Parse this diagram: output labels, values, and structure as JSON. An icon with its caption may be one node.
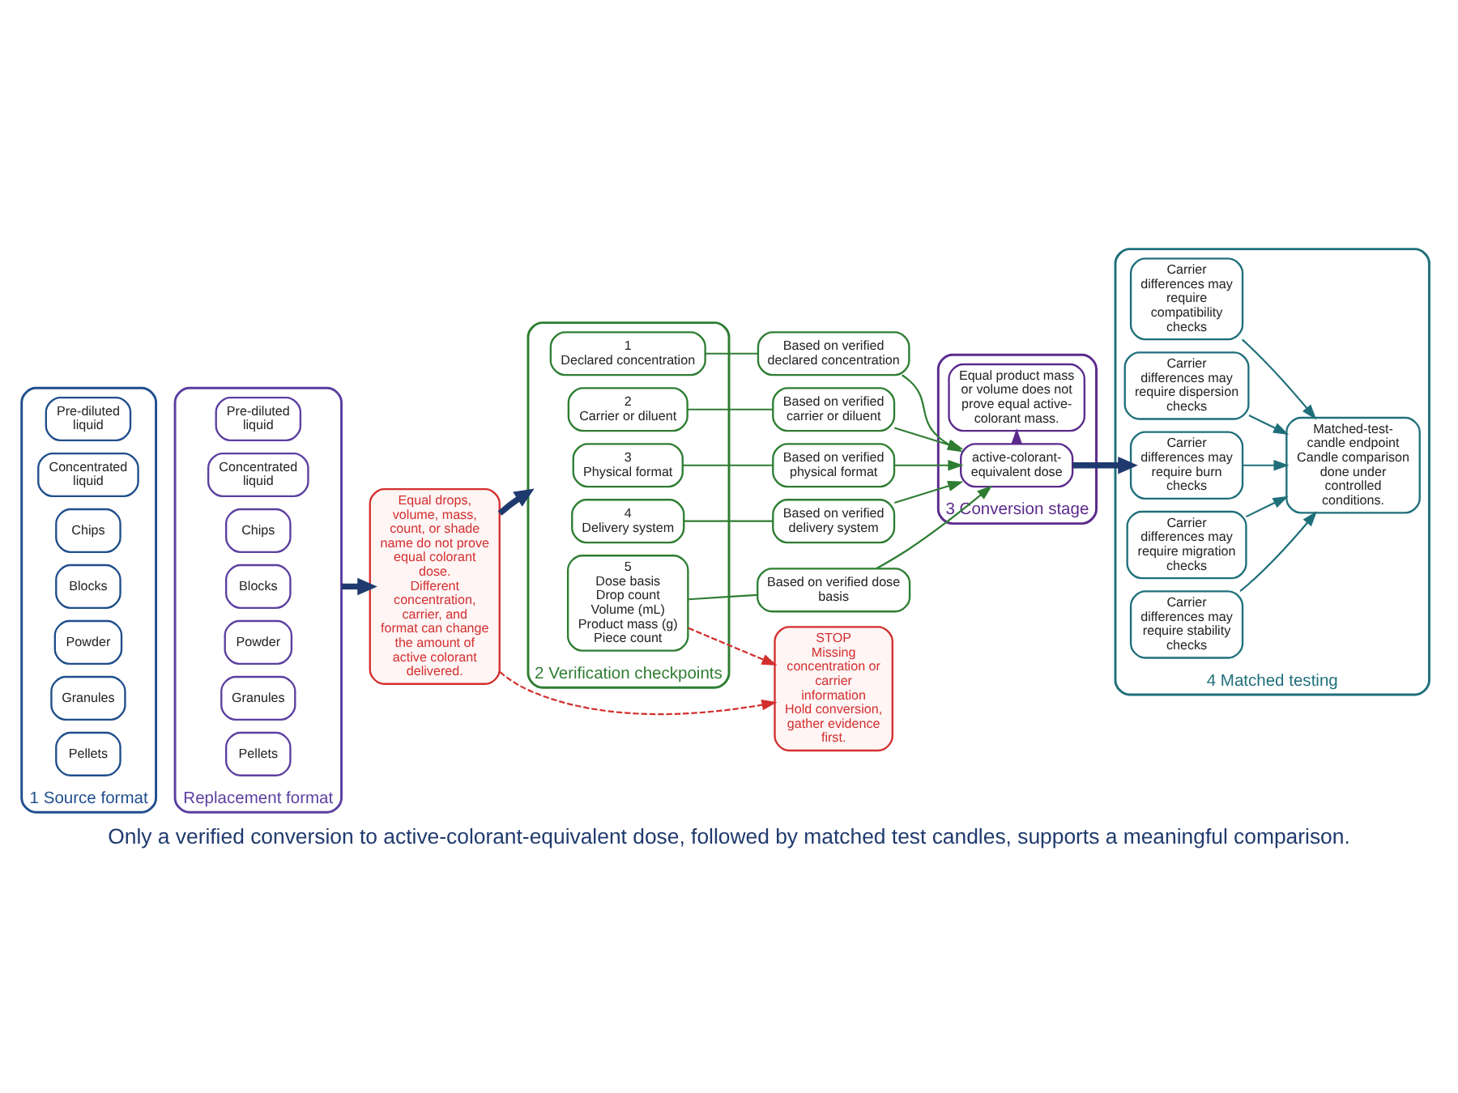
{
  "diagram": {
    "caption": "Only a verified conversion to active-colorant-equivalent dose, followed by matched test candles, supports a meaningful comparison.",
    "nodes": [
      {
        "text": [
          "1 Source format"
        ]
      },
      {
        "text": [
          "Pre-diluted liquid"
        ],
        "in": 0
      },
      {
        "text": [
          "Concentrated liquid"
        ],
        "in": 0
      },
      {
        "text": [
          "Chips"
        ],
        "in": 0
      },
      {
        "text": [
          "Blocks"
        ],
        "in": 0
      },
      {
        "text": [
          "Powder"
        ],
        "in": 0
      },
      {
        "text": [
          "Granules"
        ],
        "in": 0
      },
      {
        "text": [
          "Pellets"
        ],
        "in": 0
      },
      {
        "text": [
          "Replacement format"
        ]
      },
      {
        "text": [
          "Pre-diluted liquid"
        ],
        "in": 8
      },
      {
        "text": [
          "Concentrated liquid"
        ],
        "in": 8
      },
      {
        "text": [
          "Chips"
        ],
        "in": 8
      },
      {
        "text": [
          "Blocks"
        ],
        "in": 8
      },
      {
        "text": [
          "Powder"
        ],
        "in": 8
      },
      {
        "text": [
          "Granules"
        ],
        "in": 8
      },
      {
        "text": [
          "Pellets"
        ],
        "in": 8
      },
      {
        "text": [
          "Equal drops, volume, mass, count, or shade name do not prove equal colorant dose.",
          "Different concentration, carrier, and format can change the amount of active colorant delivered."
        ]
      },
      {
        "text": [
          "2 Verification checkpoints"
        ]
      },
      {
        "text": [
          "1",
          "Declared concentration"
        ],
        "in": 17
      },
      {
        "text": [
          "2",
          "Carrier or diluent"
        ],
        "in": 17
      },
      {
        "text": [
          "3",
          "Physical format"
        ],
        "in": 17
      },
      {
        "text": [
          "4",
          "Delivery system"
        ],
        "in": 17
      },
      {
        "text": [
          "5",
          "Dose basis",
          "Drop count",
          "Volume (mL)",
          "Product mass (g)",
          "Piece count"
        ],
        "in": 17
      },
      {
        "text": [
          "Based on verified declared concentration"
        ]
      },
      {
        "text": [
          "Based on verified carrier or diluent"
        ]
      },
      {
        "text": [
          "Based on verified physical format"
        ]
      },
      {
        "text": [
          "Based on verified delivery system"
        ]
      },
      {
        "text": [
          "Based on verified dose basis"
        ]
      },
      {
        "text": [
          "3 Conversion stage"
        ]
      },
      {
        "text": [
          "active-colorant-equivalent dose"
        ],
        "in": 28
      },
      {
        "text": [
          "Equal product mass or volume does not prove equal active-colorant mass."
        ],
        "in": 28
      },
      {
        "text": [
          "4 Matched testing"
        ]
      },
      {
        "text": [
          "Carrier differences may require compatibility checks"
        ],
        "in": 31
      },
      {
        "text": [
          "Carrier differences may require dispersion checks"
        ],
        "in": 31
      },
      {
        "text": [
          "Carrier differences may require burn checks"
        ],
        "in": 31
      },
      {
        "text": [
          "Carrier differences may require migration checks"
        ],
        "in": 31
      },
      {
        "text": [
          "Carrier differences may require stability checks"
        ],
        "in": 31
      },
      {
        "text": [
          "Matched-test-candle endpoint",
          "Candle comparison done under controlled conditions."
        ],
        "in": 31
      },
      {
        "text": [
          "STOP",
          "Missing concentration or carrier information",
          "Hold conversion, gather evidence first."
        ]
      }
    ],
    "edges": [
      {
        "from": 8,
        "to": 16,
        "arrow": "to",
        "style": "thick",
        "color": "#1f3a6e"
      },
      {
        "from": 16,
        "to": 17,
        "arrow": "to",
        "style": "thick",
        "color": "#1f3a6e"
      },
      {
        "from": 18,
        "to": 23,
        "arrow": "none"
      },
      {
        "from": 19,
        "to": 24,
        "arrow": "none"
      },
      {
        "from": 20,
        "to": 25,
        "arrow": "none"
      },
      {
        "from": 21,
        "to": 26,
        "arrow": "none"
      },
      {
        "from": 22,
        "to": 27,
        "arrow": "none"
      },
      {
        "from": 23,
        "to": 29,
        "arrow": "to"
      },
      {
        "from": 24,
        "to": 29,
        "arrow": "to"
      },
      {
        "from": 25,
        "to": 29,
        "arrow": "to"
      },
      {
        "from": 26,
        "to": 29,
        "arrow": "to"
      },
      {
        "from": 27,
        "to": 29,
        "arrow": "to"
      },
      {
        "from": 29,
        "to": 34,
        "arrow": "to",
        "style": "thick",
        "color": "#1f3a6e"
      },
      {
        "from": 32,
        "to": 37,
        "arrow": "to",
        "color": "#1f6f7a"
      },
      {
        "from": 33,
        "to": 37,
        "arrow": "to",
        "color": "#1f6f7a"
      },
      {
        "from": 34,
        "to": 37,
        "arrow": "to",
        "color": "#1f6f7a"
      },
      {
        "from": 35,
        "to": 37,
        "arrow": "to",
        "color": "#1f6f7a"
      },
      {
        "from": 36,
        "to": 37,
        "arrow": "to",
        "color": "#1f6f7a"
      },
      {
        "from": 29,
        "to": 30,
        "arrow": "to",
        "color": "#5b2a8c"
      },
      {
        "from": 16,
        "to": 38,
        "arrow": "to",
        "style": "dashed",
        "color": "#d32f2f"
      },
      {
        "from": 22,
        "to": 38,
        "arrow": "to",
        "style": "dashed",
        "color": "#d32f2f"
      }
    ]
  }
}
